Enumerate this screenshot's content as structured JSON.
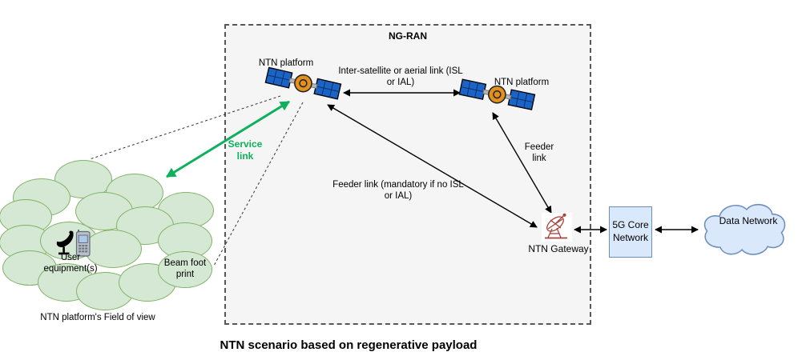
{
  "ngran": {
    "label": "NG-RAN"
  },
  "platforms": {
    "left": "NTN platform",
    "right": "NTN platform"
  },
  "links": {
    "isl": "Inter-satellite or aerial link (ISL or IAL)",
    "service": "Service link",
    "feeder": "Feeder link",
    "feeder_mandatory": "Feeder link (mandatory if no ISL or IAL)"
  },
  "gateway": {
    "label": "NTN Gateway"
  },
  "core": {
    "label": "5G Core Network"
  },
  "data_network": {
    "label": "Data Network"
  },
  "footprint": {
    "user_equipment": "User equipment(s)",
    "beam": "Beam foot print",
    "field_of_view": "NTN platform's Field of view"
  },
  "caption": "NTN scenario based on regenerative payload",
  "colors": {
    "service_link_green": "#0db05c",
    "beam_fill": "#d5e8d4",
    "beam_stroke": "#82b366",
    "network_fill": "#dae8fc",
    "network_stroke": "#6c8ebf",
    "satellite_panel_blue": "#1b63c5",
    "satellite_body_orange": "#e2911e",
    "gateway_red": "#a8433b",
    "arrow_black": "#000000"
  }
}
